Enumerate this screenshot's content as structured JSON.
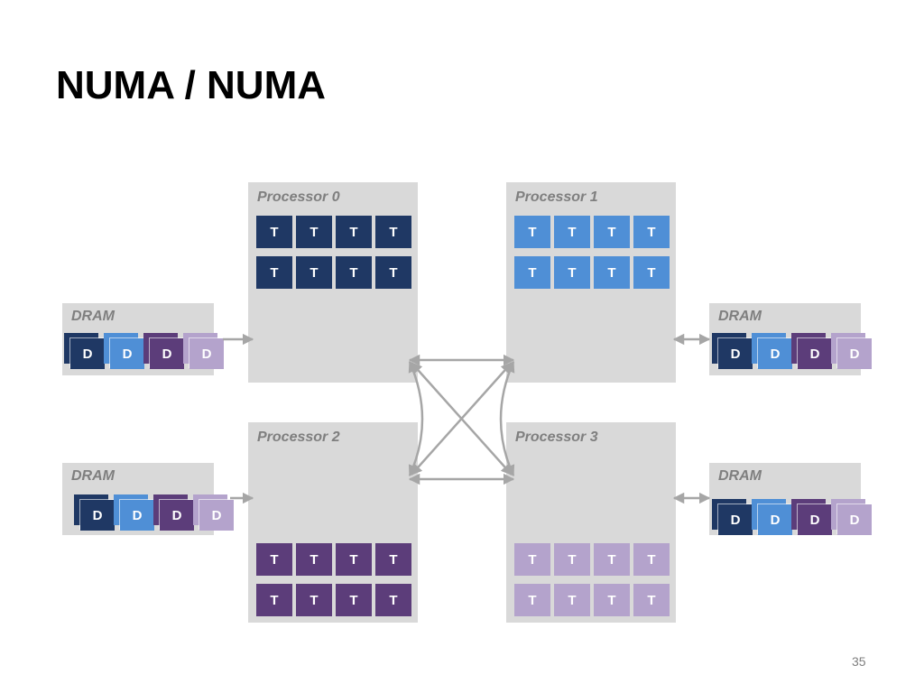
{
  "title": "NUMA / NUMA",
  "page_number": "35",
  "colors": {
    "proc0": "#1f3864",
    "proc1": "#4f8fd6",
    "proc2": "#5c3d7a",
    "proc3": "#b4a3cc",
    "box": "#d9d9d9",
    "arrow": "#a6a6a6"
  },
  "thread_label": "T",
  "dram_chip_label": "D",
  "processors": [
    {
      "label": "Processor 0"
    },
    {
      "label": "Processor 1"
    },
    {
      "label": "Processor 2"
    },
    {
      "label": "Processor 3"
    }
  ],
  "drams": [
    {
      "label": "DRAM"
    },
    {
      "label": "DRAM"
    },
    {
      "label": "DRAM"
    },
    {
      "label": "DRAM"
    }
  ]
}
